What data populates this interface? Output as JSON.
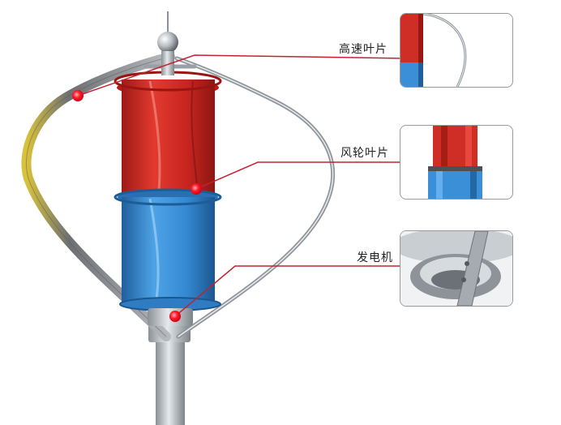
{
  "callouts": [
    {
      "id": "high-speed-blade",
      "label": "高速叶片"
    },
    {
      "id": "rotor-blade",
      "label": "风轮叶片"
    },
    {
      "id": "generator",
      "label": "发电机"
    }
  ],
  "colors": {
    "red_blade": "#d8312a",
    "blue_blade": "#3b8fd6",
    "leader_line": "#c0232f",
    "marker": "#ff1a2a",
    "steel": "#b9bec3",
    "inset_border": "#9a9a9a"
  }
}
